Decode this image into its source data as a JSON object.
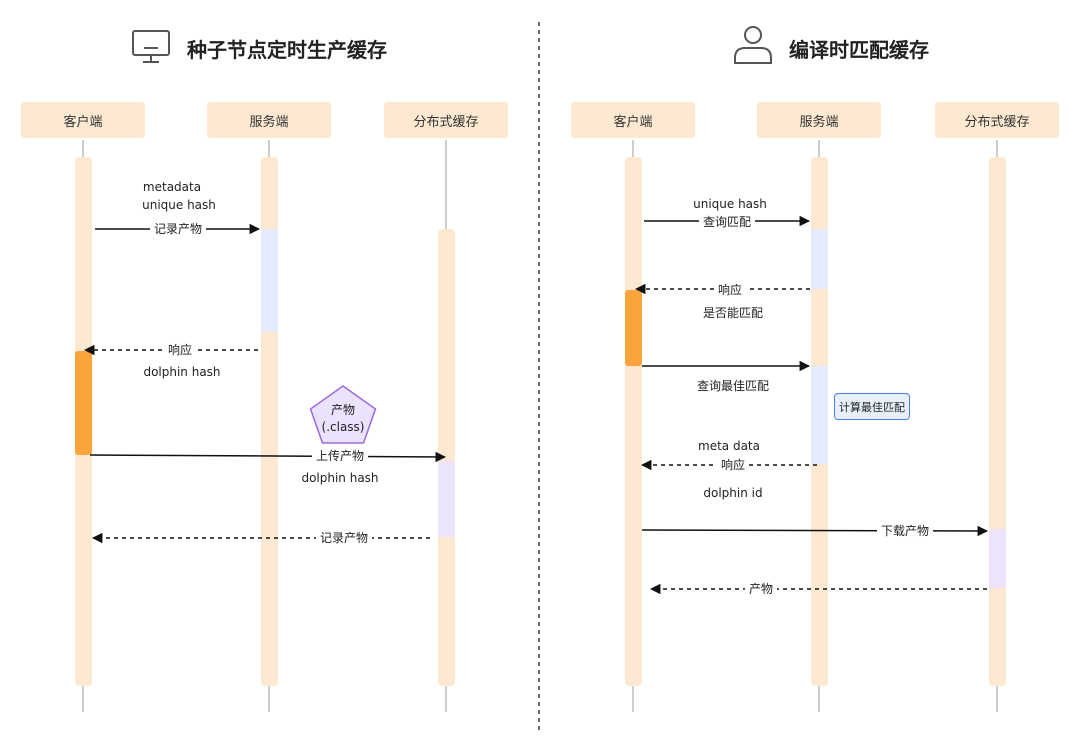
{
  "left_panel": {
    "title": "种子节点定时生产缓存",
    "icon": "monitor-icon",
    "actors": {
      "client": "客户端",
      "server": "服务端",
      "cache": "分布式缓存"
    },
    "messages": {
      "m1_line1": "metadata",
      "m1_line2": "unique hash",
      "m1_label": "记录产物",
      "m2_label": "响应",
      "m2_line2": "dolphin hash",
      "pentagon_line1": "产物",
      "pentagon_line2": "(.class)",
      "m3_label": "上传产物",
      "m3_line2": "dolphin hash",
      "m4_label": "记录产物"
    }
  },
  "right_panel": {
    "title": "编译时匹配缓存",
    "icon": "user-icon",
    "actors": {
      "client": "客户端",
      "server": "服务端",
      "cache": "分布式缓存"
    },
    "messages": {
      "r1_line1": "unique hash",
      "r1_label": "查询匹配",
      "r2_label": "响应",
      "r2_line2": "是否能匹配",
      "r3_line2": "查询最佳匹配",
      "note": "计算最佳匹配",
      "r4_line1": "meta data",
      "r4_label": "响应",
      "r4_line3": "dolphin id",
      "r5_label": "下载产物",
      "r6_label": "产物"
    }
  },
  "colors": {
    "actor_bg": "#fde9d2",
    "lifeline_bar": "#fde9d2",
    "activation_orange": "#fca43c",
    "activation_blue": "#e3ebfc",
    "activation_purple": "#ede4fb",
    "pentagon_fill": "#ebe2fd",
    "pentagon_stroke": "#9a6ae0",
    "note_border": "#4a7fe0",
    "arrow": "#111111"
  }
}
